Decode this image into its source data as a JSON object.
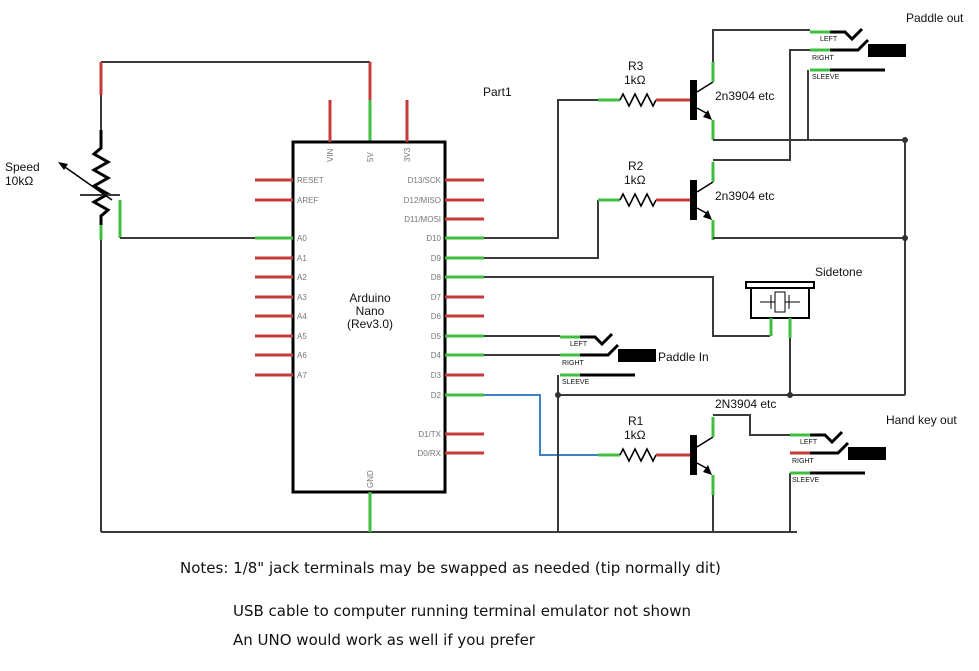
{
  "colors": {
    "wire": "#3a3a3a",
    "pin_unconnected": "#c83a3a",
    "pin_connected": "#3fbf3f",
    "d2_wire": "#3f7fc4"
  },
  "arduino": {
    "name_lines": [
      "Arduino",
      "Nano",
      "(Rev3.0)"
    ],
    "top_pins": [
      "VIN",
      "5V",
      "3V3"
    ],
    "left_pins": [
      "RESET",
      "AREF",
      "A0",
      "A1",
      "A2",
      "A3",
      "A4",
      "A5",
      "A6",
      "A7"
    ],
    "right_pins": [
      "D13/SCK",
      "D12/MISO",
      "D11/MOSI",
      "D10",
      "D9",
      "D8",
      "D7",
      "D6",
      "D5",
      "D4",
      "D3",
      "D2",
      "D1/TX",
      "D0/RX"
    ],
    "bottom_pin": "GND"
  },
  "pot": {
    "label": "Speed",
    "value": "10kΩ"
  },
  "part_label": "Part1",
  "resistors": [
    {
      "name": "R3",
      "value": "1kΩ"
    },
    {
      "name": "R2",
      "value": "1kΩ"
    },
    {
      "name": "R1",
      "value": "1kΩ"
    }
  ],
  "transistors": [
    "2n3904 etc",
    "2n3904 etc",
    "2N3904 etc"
  ],
  "jacks": [
    {
      "title": "Paddle out",
      "terminals": [
        "LEFT",
        "RIGHT",
        "SLEEVE"
      ]
    },
    {
      "title": "Paddle In",
      "terminals": [
        "LEFT",
        "RIGHT",
        "SLEEVE"
      ]
    },
    {
      "title": "Hand key out",
      "terminals": [
        "LEFT",
        "RIGHT",
        "SLEEVE"
      ]
    }
  ],
  "sidetone": "Sidetone",
  "notes": [
    "Notes: 1/8\" jack terminals may be swapped as needed (tip normally dit)",
    "USB cable to computer running terminal emulator not shown",
    "An UNO would work as well if you prefer"
  ]
}
